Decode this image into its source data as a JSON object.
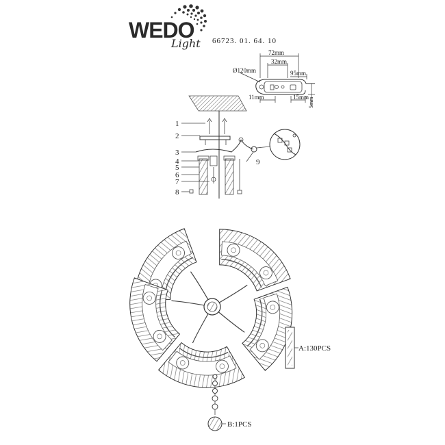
{
  "brand": {
    "logo_text": "WEDO",
    "logo_script": "Light"
  },
  "model_number": "66723. 01. 64. 10",
  "dimensions": {
    "d1": "72mm",
    "d2": "32mm",
    "diameter": "Ø120mm",
    "d3": "95mm",
    "d4": "11mm",
    "d5": "15mm",
    "d6": "5mm"
  },
  "parts": [
    "1",
    "2",
    "3",
    "4",
    "5",
    "6",
    "7",
    "8",
    "9"
  ],
  "accessories": {
    "a_label": "A:130PCS",
    "b_label": "B:1PCS"
  },
  "colors": {
    "line": "#333333",
    "background": "#ffffff"
  }
}
